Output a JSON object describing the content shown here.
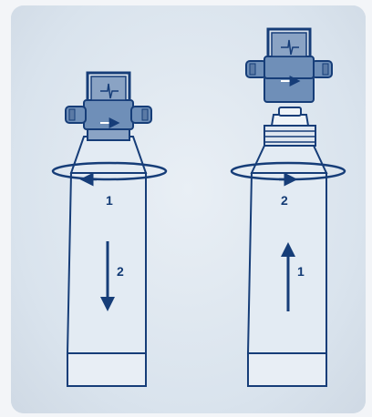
{
  "left_bottle": {
    "rotate_step": "1",
    "pull_step": "2"
  },
  "right_bottle": {
    "push_step": "1",
    "rotate_step": "2"
  },
  "colors": {
    "outline": "#163d78",
    "bottle_fill": "#e3ebf3",
    "cap_fill": "#6f8fb8",
    "background": "#d8e2ec"
  },
  "icons": [
    "rotate-arrow-icon",
    "down-arrow-icon",
    "up-arrow-icon",
    "filter-cartridge-icon"
  ]
}
